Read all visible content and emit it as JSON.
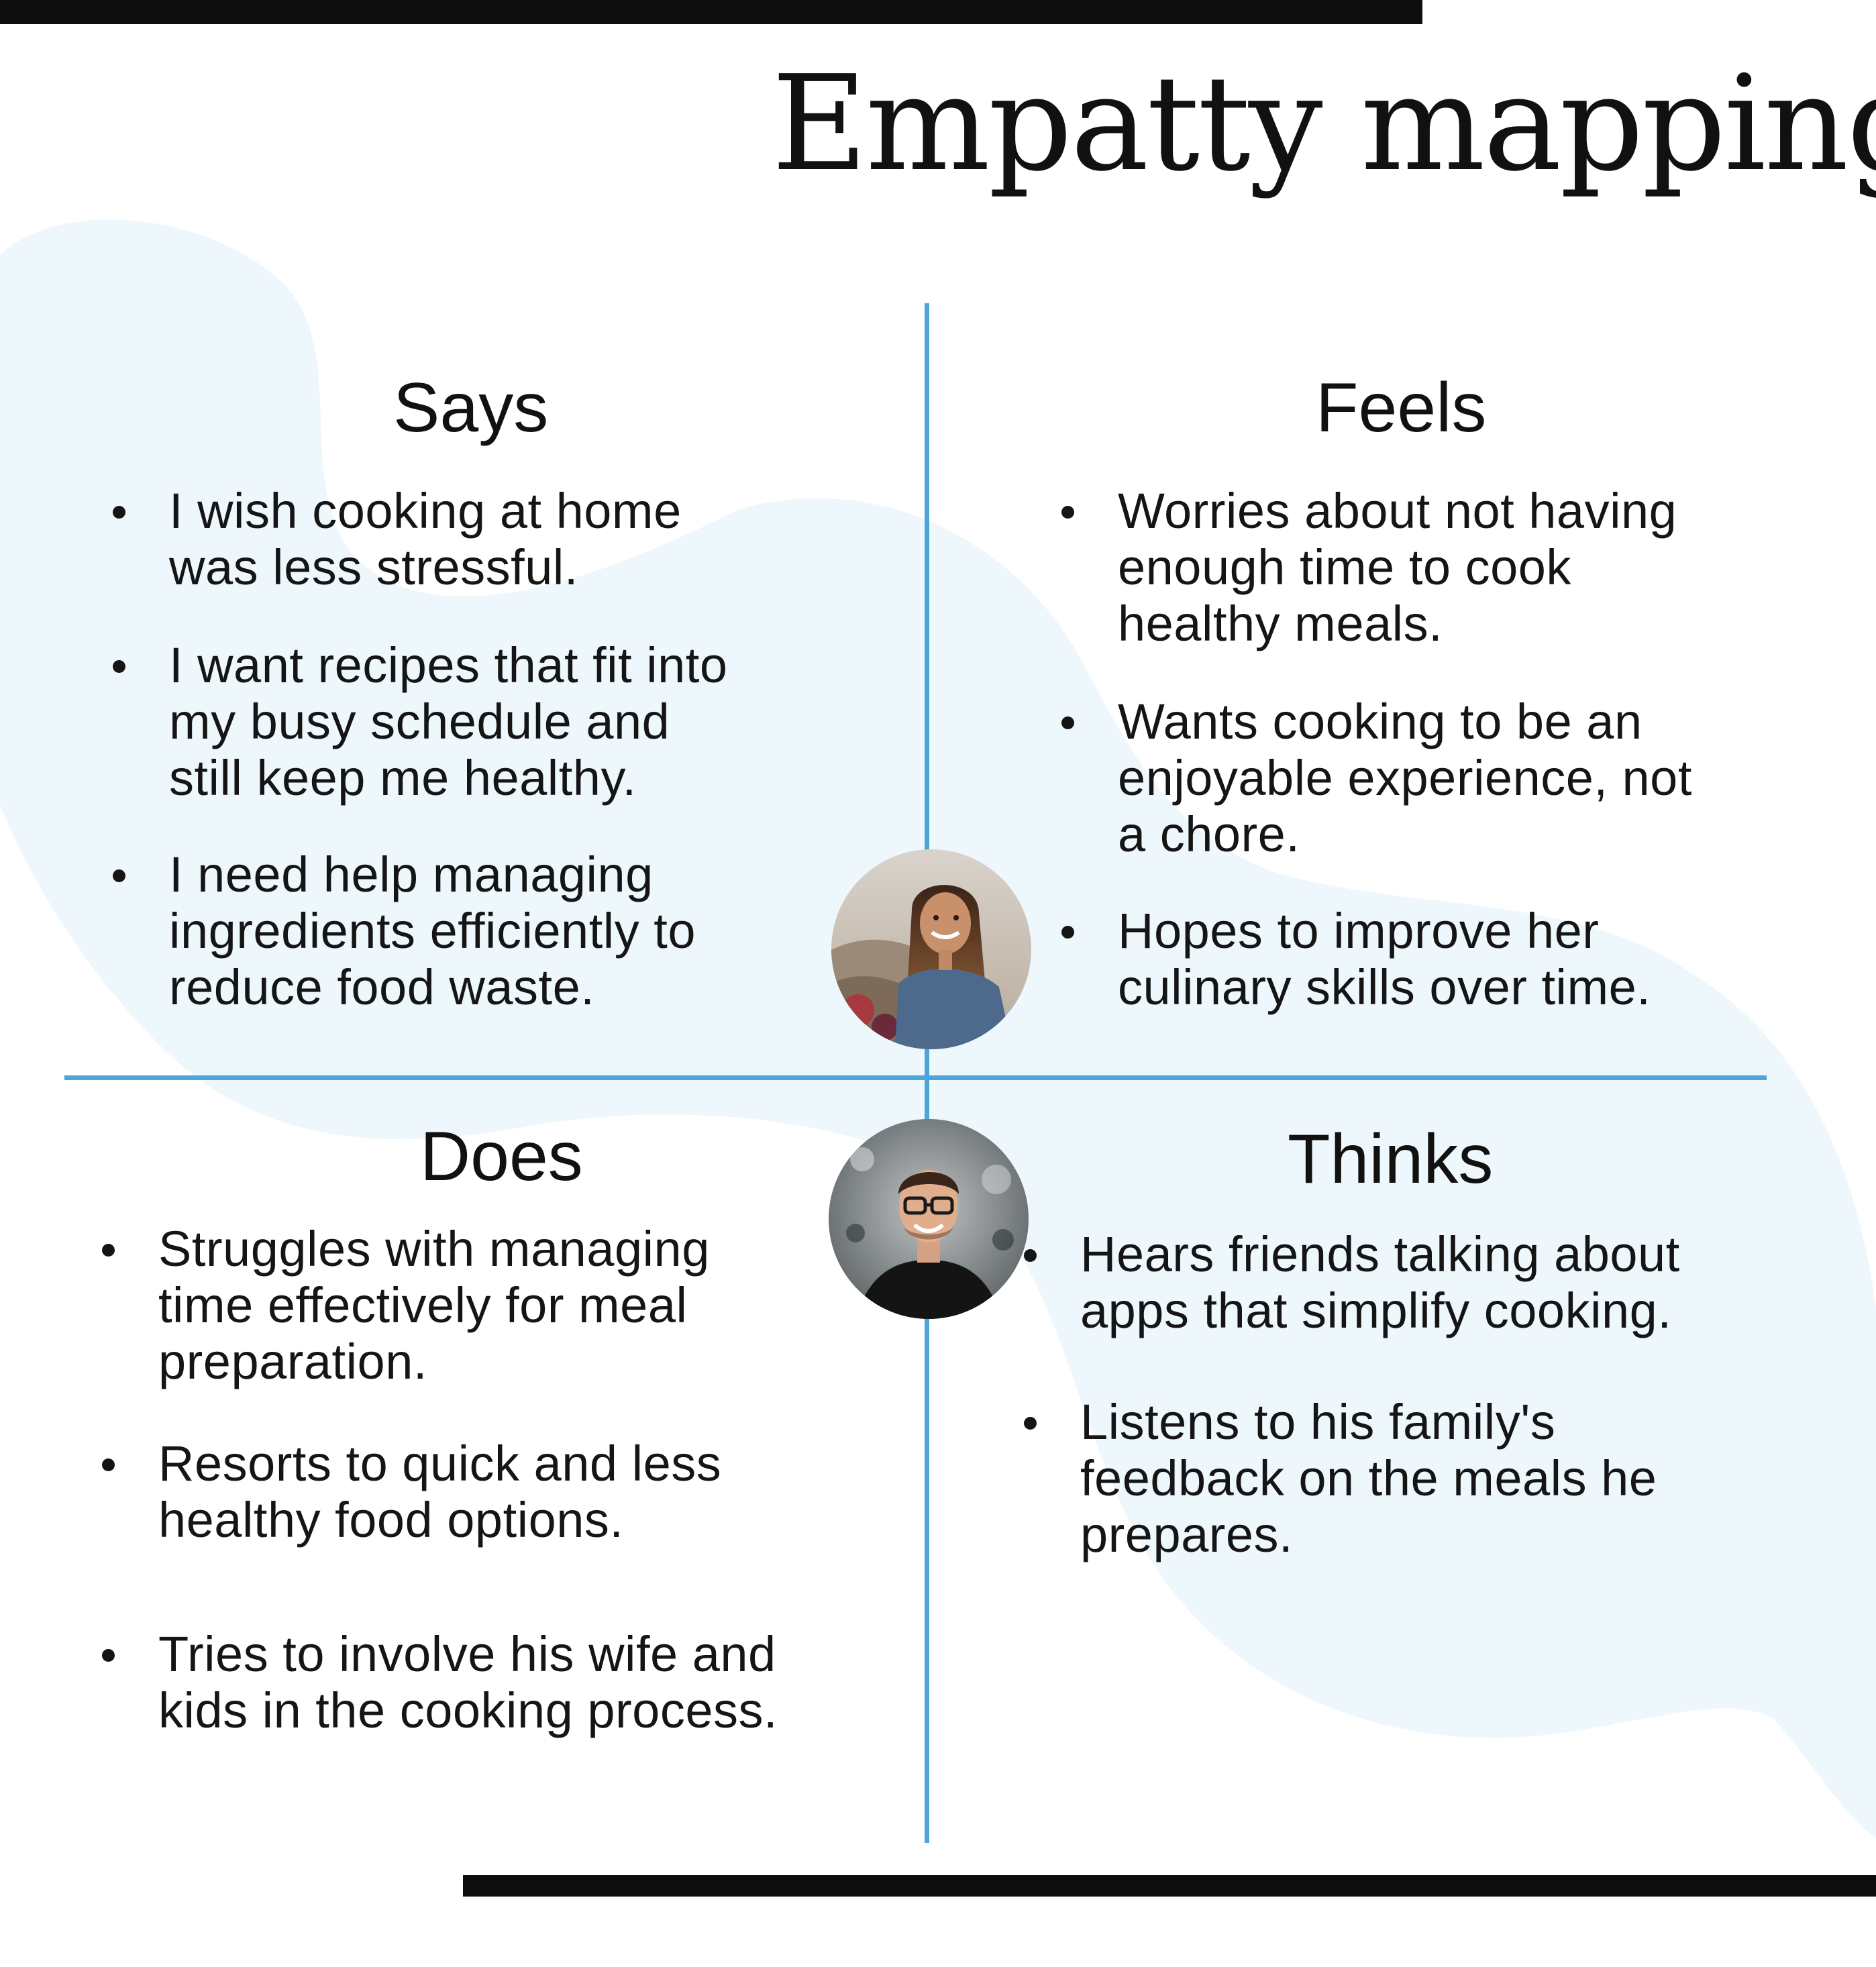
{
  "title": "Empatty mapping",
  "colors": {
    "background": "#ffffff",
    "blob": "#eef7fc",
    "axis": "#4ea5da",
    "bars": "#0d0d0d",
    "text": "#111111"
  },
  "quadrants": {
    "says": {
      "title": "Says",
      "items": [
        [
          "I wish cooking at home",
          "was less stressful."
        ],
        [
          "I want recipes that fit into",
          "my busy schedule and",
          "still keep me healthy."
        ],
        [
          "I need help managing",
          "ingredients efficiently to",
          "reduce food waste."
        ]
      ]
    },
    "feels": {
      "title": "Feels",
      "items": [
        [
          "Worries about not having",
          "enough time to cook",
          "healthy meals."
        ],
        [
          "Wants cooking to be an",
          "enjoyable experience, not",
          "a chore."
        ],
        [
          "Hopes to improve her",
          "culinary skills over time."
        ]
      ]
    },
    "does": {
      "title": "Does",
      "items": [
        [
          "Struggles with managing",
          "time effectively for meal",
          "preparation."
        ],
        [
          "Resorts to quick and less",
          "healthy food options."
        ],
        [
          "Tries to involve his wife and",
          "kids in the cooking process."
        ]
      ]
    },
    "thinks": {
      "title": "Thinks",
      "items": [
        [
          "Hears friends talking about",
          "apps that simplify cooking."
        ],
        [
          "Listens to his family's",
          "feedback on the meals he",
          "prepares."
        ]
      ]
    }
  },
  "avatars": {
    "woman": "woman-portrait-photo",
    "man": "man-portrait-photo"
  }
}
